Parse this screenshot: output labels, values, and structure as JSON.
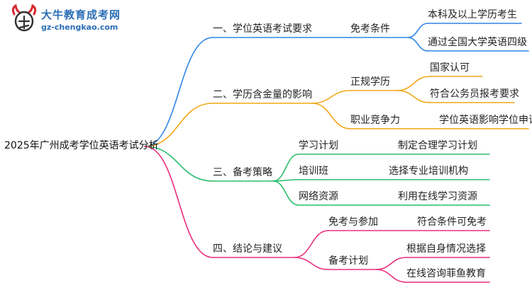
{
  "logo": {
    "name": "大牛教育成考网",
    "url": "gz-chengkao.com"
  },
  "root": "2025年广州成考学位英语考试分析",
  "colors": {
    "blue": "#2f86e6",
    "orange": "#f0a817",
    "green": "#2bbd6b",
    "pink": "#e8307f"
  },
  "branches": [
    {
      "label": "一、学位英语考试要求",
      "children": [
        {
          "label": "免考条件",
          "children": [
            "本科及以上学历考生",
            "通过全国大学英语四级"
          ]
        }
      ]
    },
    {
      "label": "二、学历含金量的影响",
      "children": [
        {
          "label": "正规学历",
          "children": [
            "国家认可",
            "符合公务员报考要求"
          ]
        },
        {
          "label": "职业竞争力",
          "children": [
            "学位英语影响学位申请"
          ]
        }
      ]
    },
    {
      "label": "三、备考策略",
      "children": [
        {
          "label": "学习计划",
          "children": [
            "制定合理学习计划"
          ]
        },
        {
          "label": "培训班",
          "children": [
            "选择专业培训机构"
          ]
        },
        {
          "label": "网络资源",
          "children": [
            "利用在线学习资源"
          ]
        }
      ]
    },
    {
      "label": "四、结论与建议",
      "children": [
        {
          "label": "免考与参加",
          "children": [
            "符合条件可免考"
          ]
        },
        {
          "label": "备考计划",
          "children": [
            "根据自身情况选择",
            "在线咨询菲鱼教育"
          ]
        }
      ]
    }
  ]
}
